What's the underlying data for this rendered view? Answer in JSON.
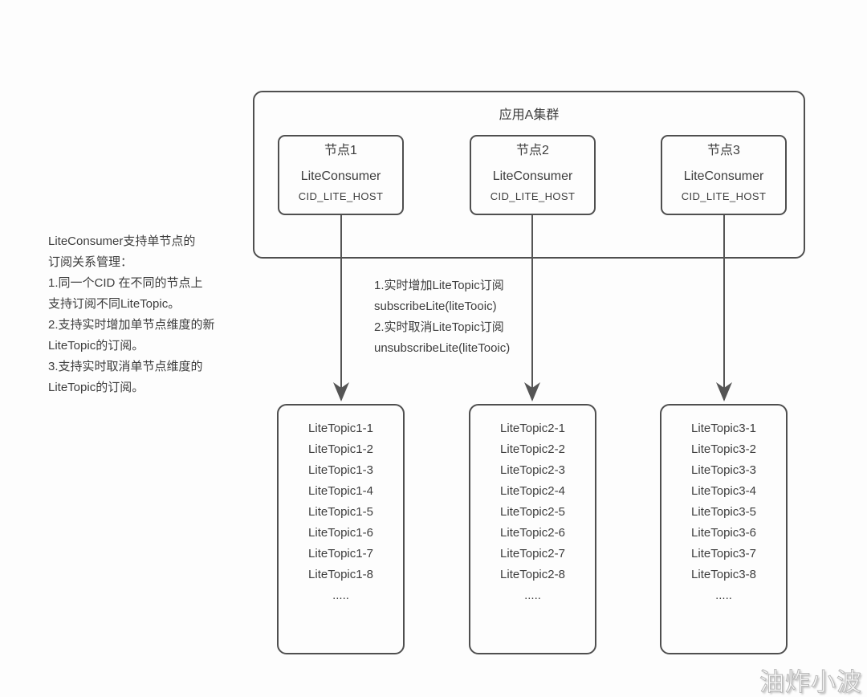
{
  "colors": {
    "background": "#fdfdfd",
    "border": "#4f4f4f",
    "text": "#3d3d3d",
    "arrow": "#555555"
  },
  "cluster": {
    "title": "应用A集群",
    "nodes": [
      {
        "title": "节点1",
        "consumer": "LiteConsumer",
        "cid": "CID_LITE_HOST"
      },
      {
        "title": "节点2",
        "consumer": "LiteConsumer",
        "cid": "CID_LITE_HOST"
      },
      {
        "title": "节点3",
        "consumer": "LiteConsumer",
        "cid": "CID_LITE_HOST"
      }
    ]
  },
  "left_note": {
    "lines": [
      "LiteConsumer支持单节点的",
      "订阅关系管理：",
      "1.同一个CID 在不同的节点上",
      "支持订阅不同LiteTopic。",
      "2.支持实时增加单节点维度的新",
      "LiteTopic的订阅。",
      "3.支持实时取消单节点维度的",
      "LiteTopic的订阅。"
    ]
  },
  "arrow_note": {
    "lines": [
      "1.实时增加LiteTopic订阅",
      "subscribeLite(liteTooic)",
      "2.实时取消LiteTopic订阅",
      "unsubscribeLite(liteTooic)"
    ]
  },
  "topic_boxes": [
    {
      "items": [
        "LiteTopic1-1",
        "LiteTopic1-2",
        "LiteTopic1-3",
        "LiteTopic1-4",
        "LiteTopic1-5",
        "LiteTopic1-6",
        "LiteTopic1-7",
        "LiteTopic1-8",
        "....."
      ]
    },
    {
      "items": [
        "LiteTopic2-1",
        "LiteTopic2-2",
        "LiteTopic2-3",
        "LiteTopic2-4",
        "LiteTopic2-5",
        "LiteTopic2-6",
        "LiteTopic2-7",
        "LiteTopic2-8",
        "....."
      ]
    },
    {
      "items": [
        "LiteTopic3-1",
        "LiteTopic3-2",
        "LiteTopic3-3",
        "LiteTopic3-4",
        "LiteTopic3-5",
        "LiteTopic3-6",
        "LiteTopic3-7",
        "LiteTopic3-8",
        "....."
      ]
    }
  ],
  "watermark": "油炸小波"
}
